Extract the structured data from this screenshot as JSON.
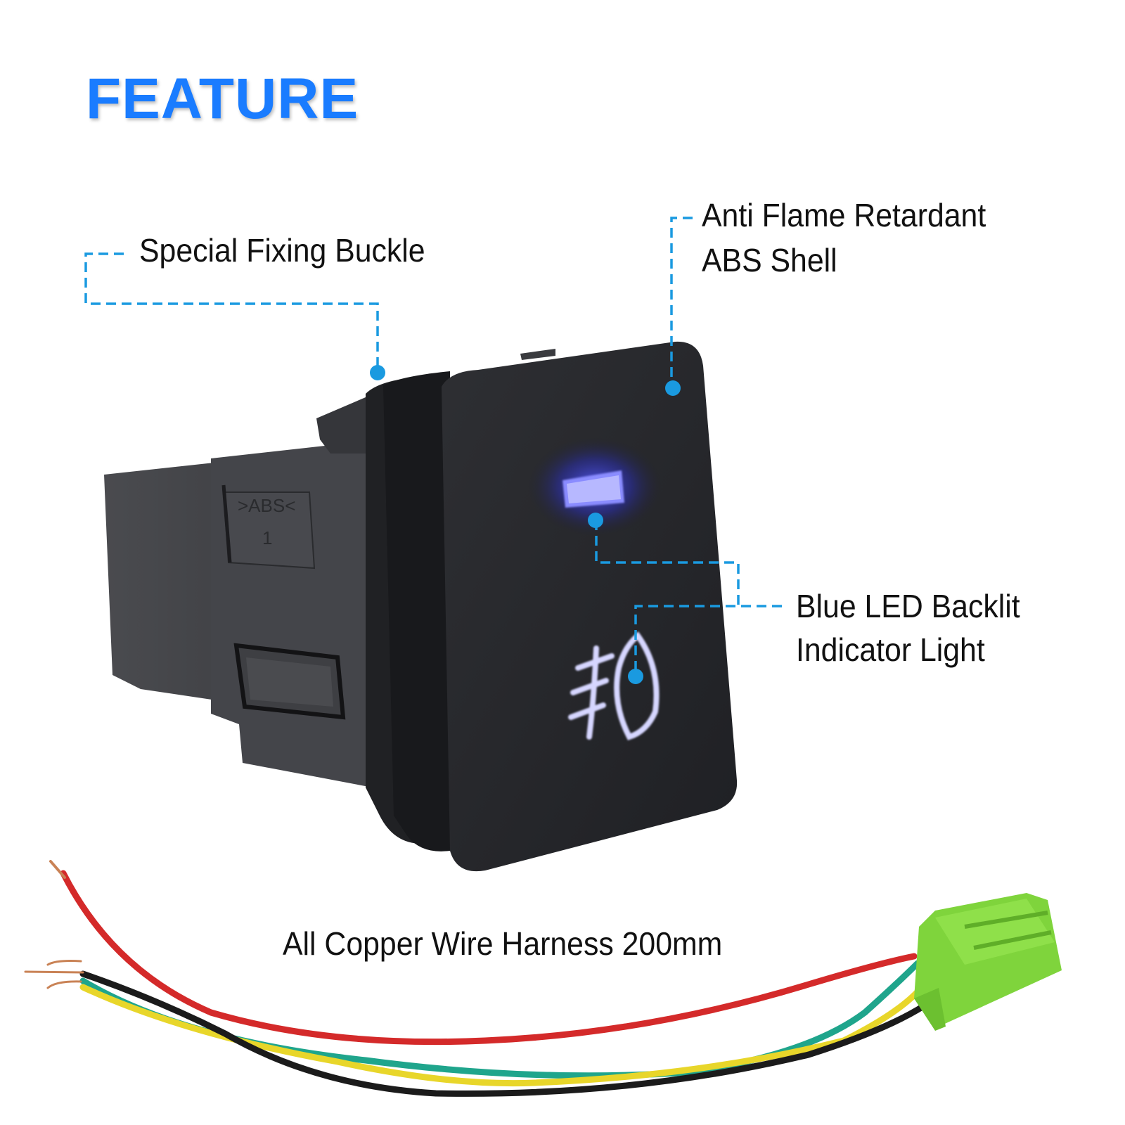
{
  "title": "FEATURE",
  "callouts": {
    "buckle": {
      "label": "Special Fixing Buckle"
    },
    "shell": {
      "line1": "Anti Flame Retardant",
      "line2": "ABS Shell"
    },
    "led": {
      "line1": "Blue LED Backlit",
      "line2": "Indicator Light"
    },
    "harness": {
      "label": "All Copper Wire Harness 200mm"
    }
  },
  "product": {
    "housing_marking": ">ABS<",
    "housing_marking_number": "1",
    "icon": "fog-light-icon",
    "indicator": "led-indicator-bar"
  },
  "colors": {
    "title": "#1a7cff",
    "callout_line": "#1a9ae0",
    "switch_body": "#26272b",
    "led_glow": "#4b52ff",
    "icon_glow": "#d6d6ff",
    "connector": "#7fd43c",
    "wire_red": "#d42a2a",
    "wire_green": "#1fa58c",
    "wire_yellow": "#e8d62a",
    "wire_black": "#1b1b1b"
  }
}
